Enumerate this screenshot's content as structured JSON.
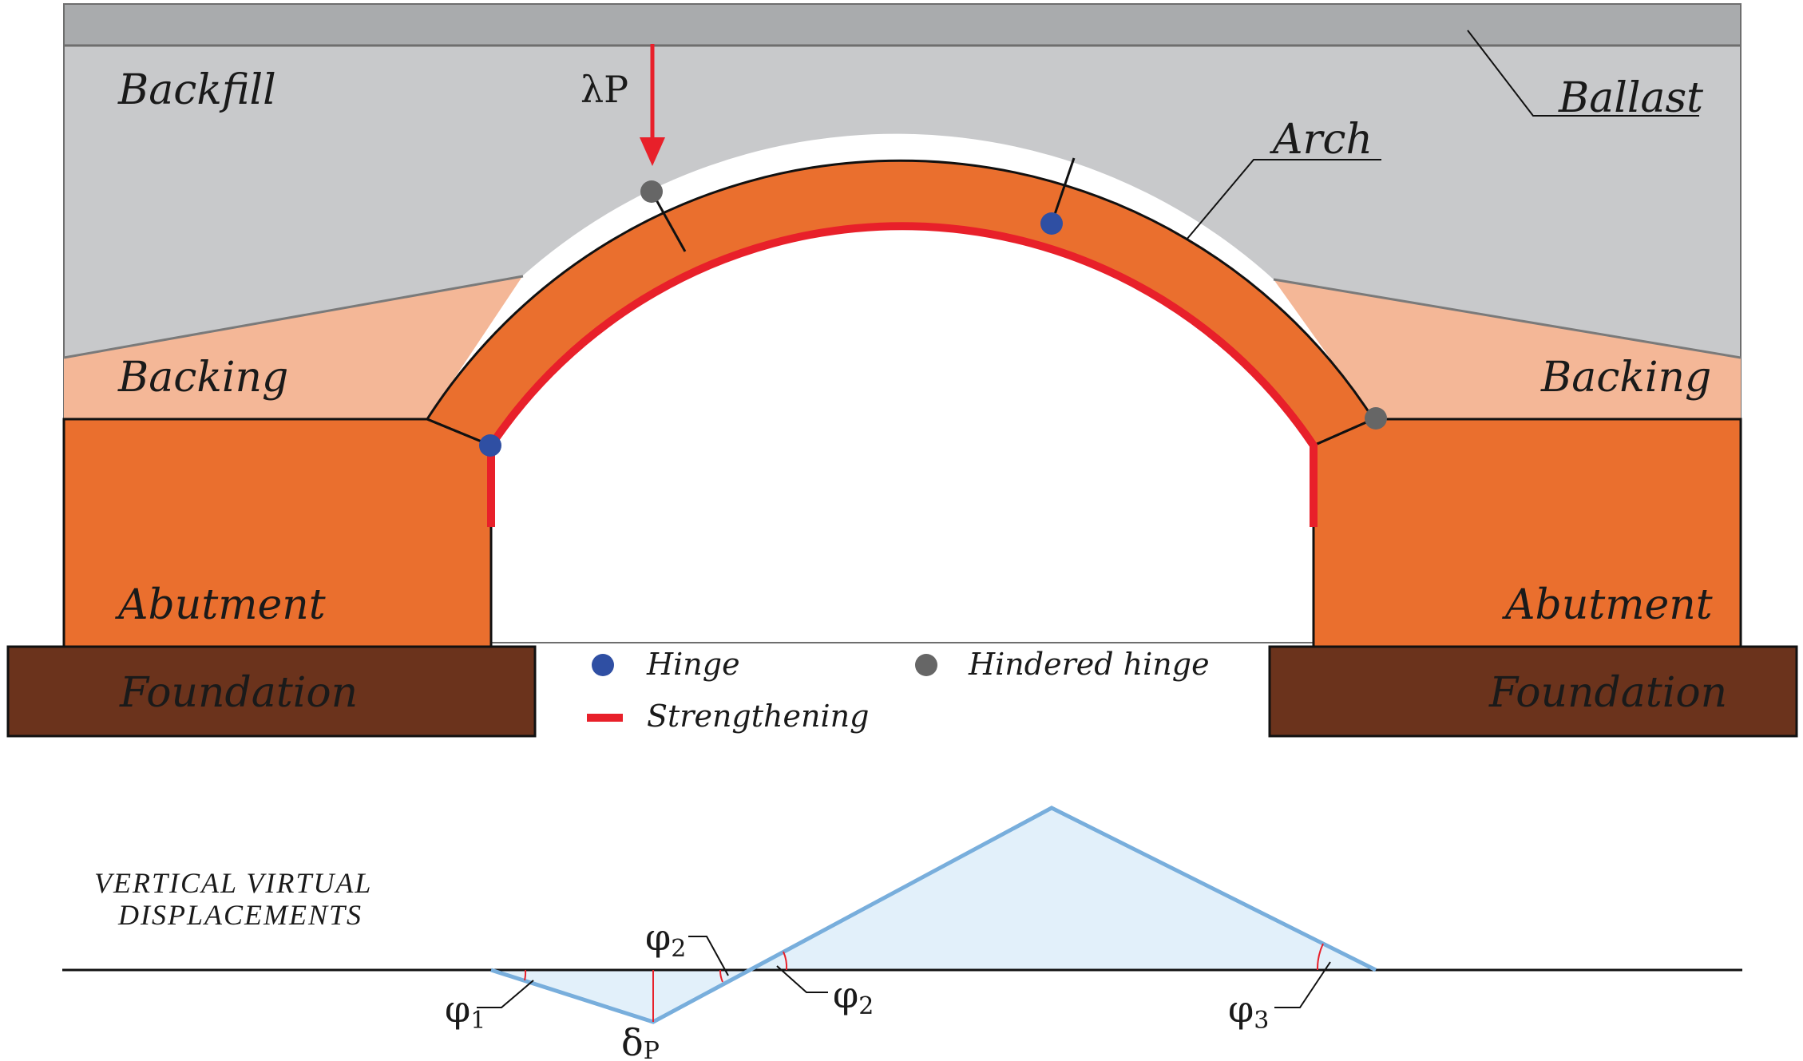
{
  "labels": {
    "backfill": "Backfill",
    "ballast": "Ballast",
    "arch": "Arch",
    "backing_left": "Backing",
    "backing_right": "Backing",
    "abutment_left": "Abutment",
    "abutment_right": "Abutment",
    "foundation_left": "Foundation",
    "foundation_right": "Foundation",
    "load": "λP"
  },
  "legend": {
    "hinge": "Hinge",
    "hindered_hinge": "Hindered hinge",
    "strengthening": "Strengthening"
  },
  "displacements": {
    "title_line1": "VERTICAL VIRTUAL",
    "title_line2": "DISPLACEMENTS",
    "phi": "φ",
    "phi1_sub": "1",
    "phi2_sub": "2",
    "phi3_sub": "3",
    "delta": "δ",
    "delta_sub": "P"
  },
  "colors": {
    "ballast": "#a9abad",
    "backfill": "#c8c9cb",
    "backing": "#f4b797",
    "masonry": "#ea6f2e",
    "foundation": "#6b331c",
    "load_arrow": "#e8202a",
    "strengthening": "#e8202a",
    "hinge": "#2f4fa3",
    "hindered_hinge": "#666666",
    "mechanism_line": "#78aedc",
    "mechanism_fill": "#e2f0fa"
  }
}
